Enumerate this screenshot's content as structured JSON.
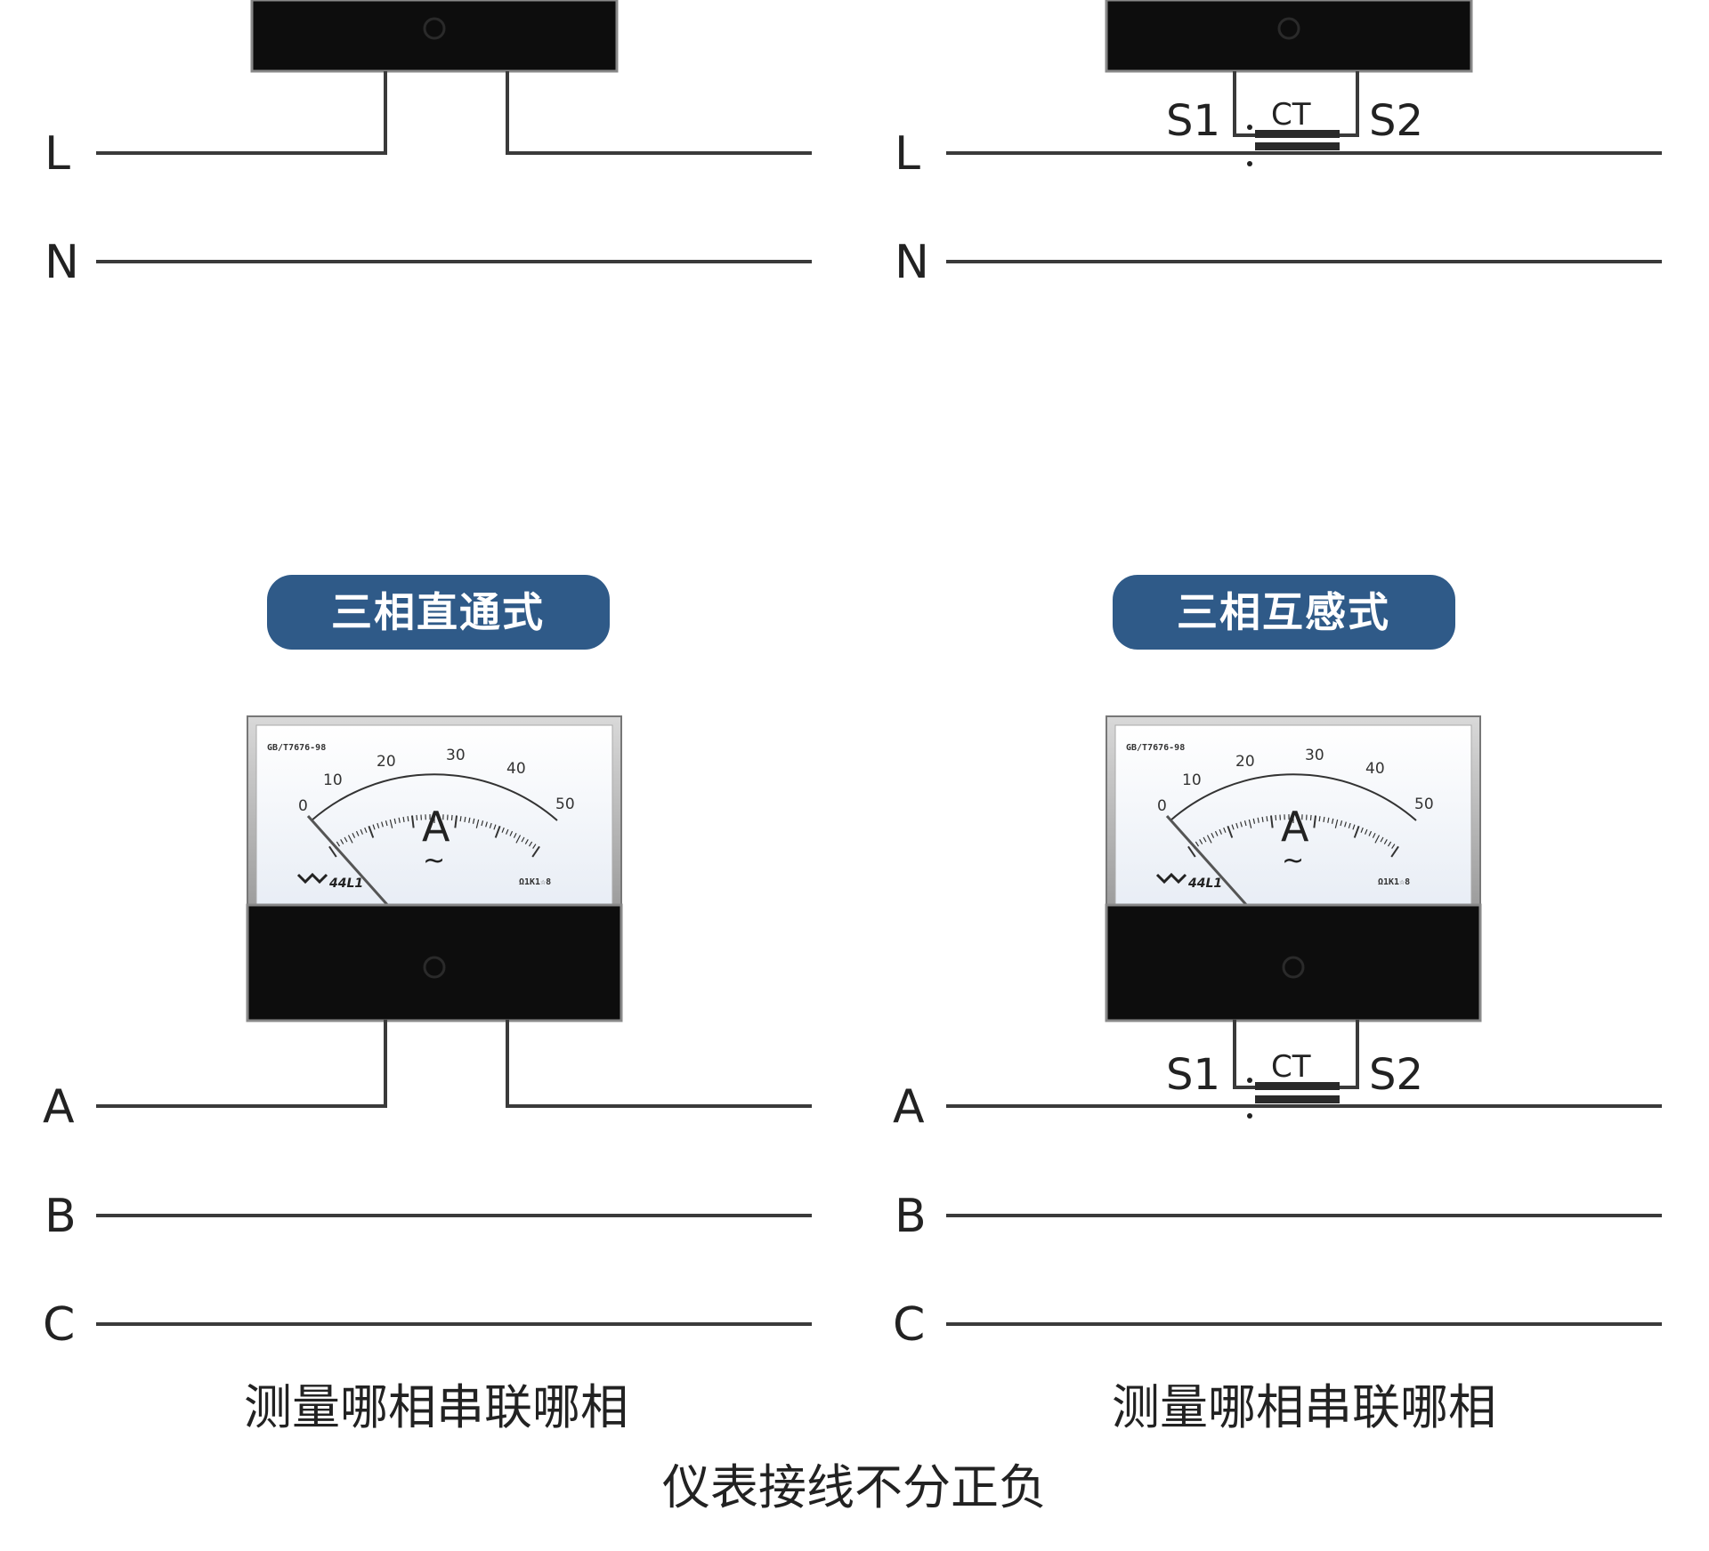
{
  "diagrams": [
    {
      "id": "single-direct",
      "lines": [
        "L",
        "N"
      ],
      "ct": false
    },
    {
      "id": "single-ct",
      "lines": [
        "L",
        "N"
      ],
      "ct": true,
      "ct_label": "CT",
      "s1": "S1",
      "s2": "S2"
    },
    {
      "id": "three-direct",
      "title": "三相直通式",
      "lines": [
        "A",
        "B",
        "C"
      ],
      "ct": false,
      "caption": "测量哪相串联哪相"
    },
    {
      "id": "three-ct",
      "title": "三相互感式",
      "lines": [
        "A",
        "B",
        "C"
      ],
      "ct": true,
      "ct_label": "CT",
      "s1": "S1",
      "s2": "S2",
      "caption": "测量哪相串联哪相"
    }
  ],
  "meter": {
    "scale_labels": [
      "0",
      "10",
      "20",
      "30",
      "40",
      "50"
    ],
    "unit": "A",
    "ac_symbol": "~",
    "standard": "GB/T7676-98",
    "model": "44L1",
    "class_mark": "Ω1K1☆8"
  },
  "footer": {
    "note": "仪表接线不分正负"
  },
  "colors": {
    "pill": "#2f5a88",
    "wire": "#3a3a3a",
    "meter_body": "#0d0d0d",
    "dial_face": "#f4f7fc"
  }
}
